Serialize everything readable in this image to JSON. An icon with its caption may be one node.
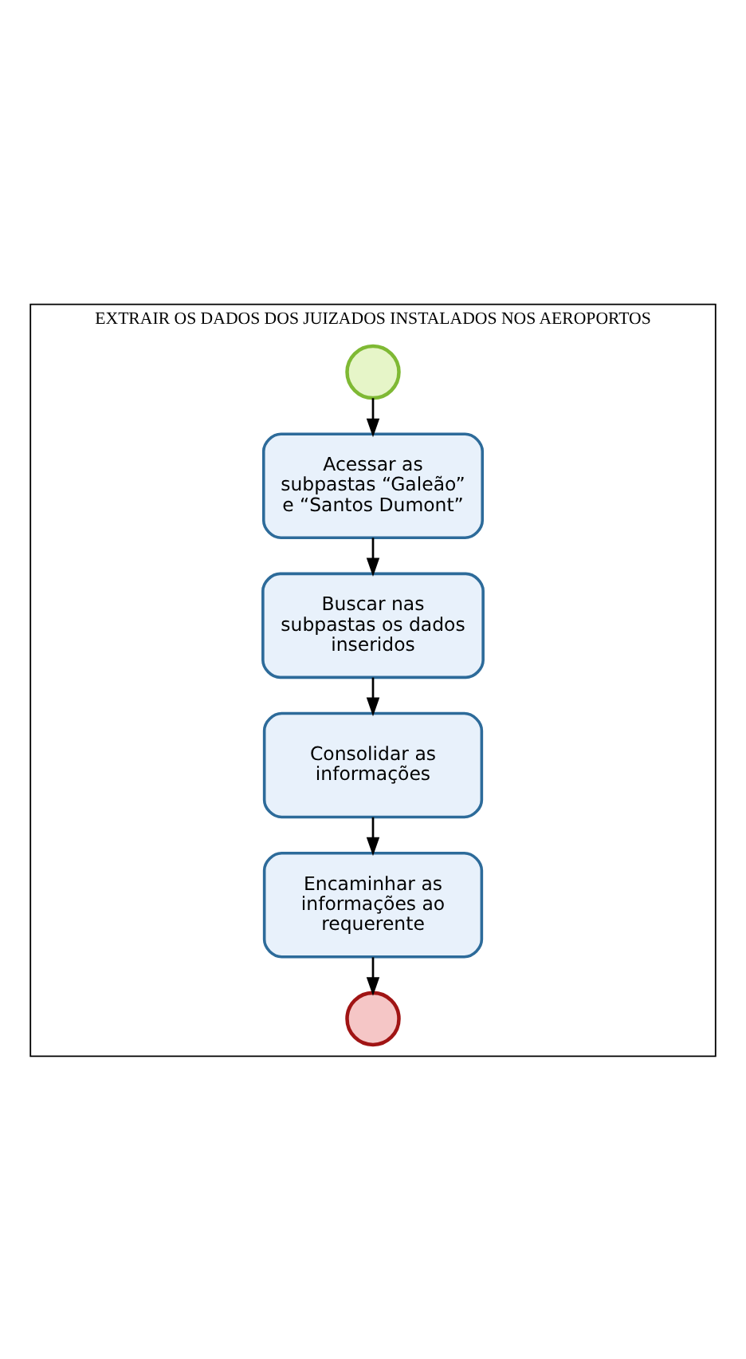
{
  "diagram": {
    "nodes": [
      {
        "text": [
          "EXTRAIR OS DADOS DOS JUIZADOS INSTALADOS NOS AEROPORTOS"
        ]
      },
      {
        "text": [],
        "shape": "circle",
        "in": 0
      },
      {
        "text": [
          "Acessar as subpastas “Galeão” e “Santos Dumont”"
        ],
        "in": 0
      },
      {
        "text": [
          "Buscar nas subpastas os dados inseridos"
        ],
        "in": 0
      },
      {
        "text": [
          "Consolidar as informações"
        ],
        "in": 0
      },
      {
        "text": [
          "Encaminhar as informações ao requerente"
        ],
        "in": 0
      },
      {
        "text": [],
        "shape": "circle",
        "in": 0
      }
    ],
    "edges": [
      {
        "from": 1,
        "to": 2,
        "arrow": "to"
      },
      {
        "from": 2,
        "to": 3,
        "arrow": "to"
      },
      {
        "from": 3,
        "to": 4,
        "arrow": "to"
      },
      {
        "from": 4,
        "to": 5,
        "arrow": "to"
      },
      {
        "from": 5,
        "to": 6,
        "arrow": "to"
      }
    ]
  }
}
